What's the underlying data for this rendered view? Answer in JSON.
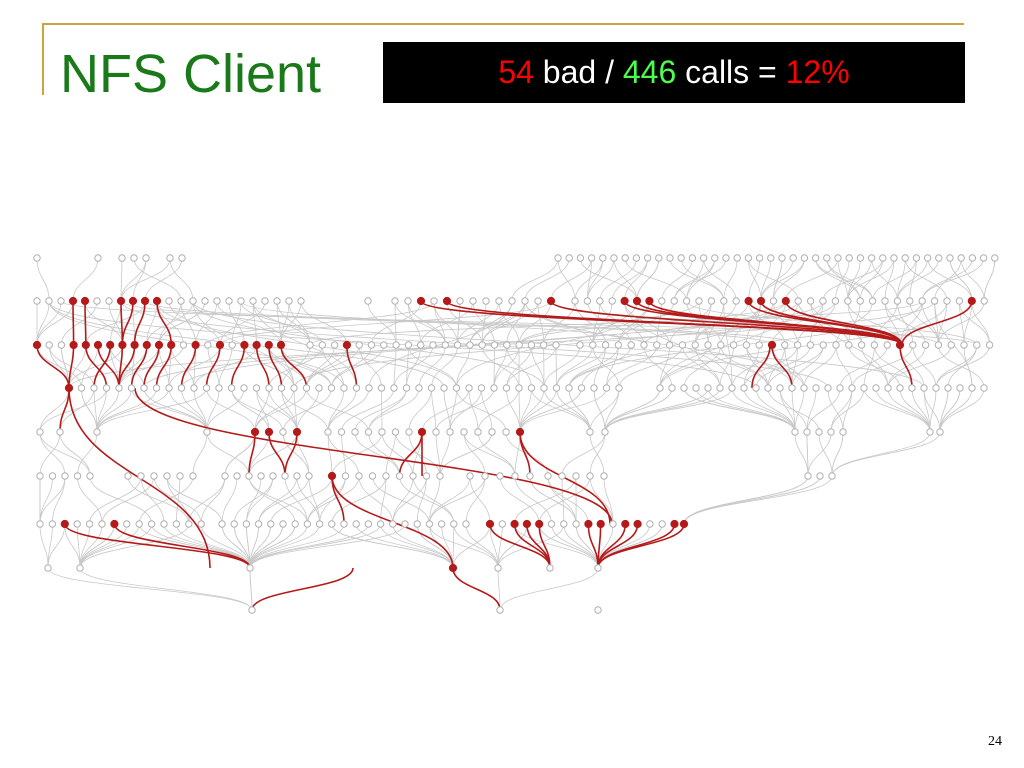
{
  "title": "NFS Client",
  "stats": {
    "bad_count": "54",
    "bad_label": "bad /",
    "total_count": "446",
    "calls_label": "calls =",
    "percent": "12%"
  },
  "colors": {
    "title": "#1a7a1a",
    "bad": "#ff0000",
    "total": "#4cff4c",
    "graph_normal": "#c8c8c8",
    "graph_bad": "#b51a1a"
  },
  "page_number": "24"
}
